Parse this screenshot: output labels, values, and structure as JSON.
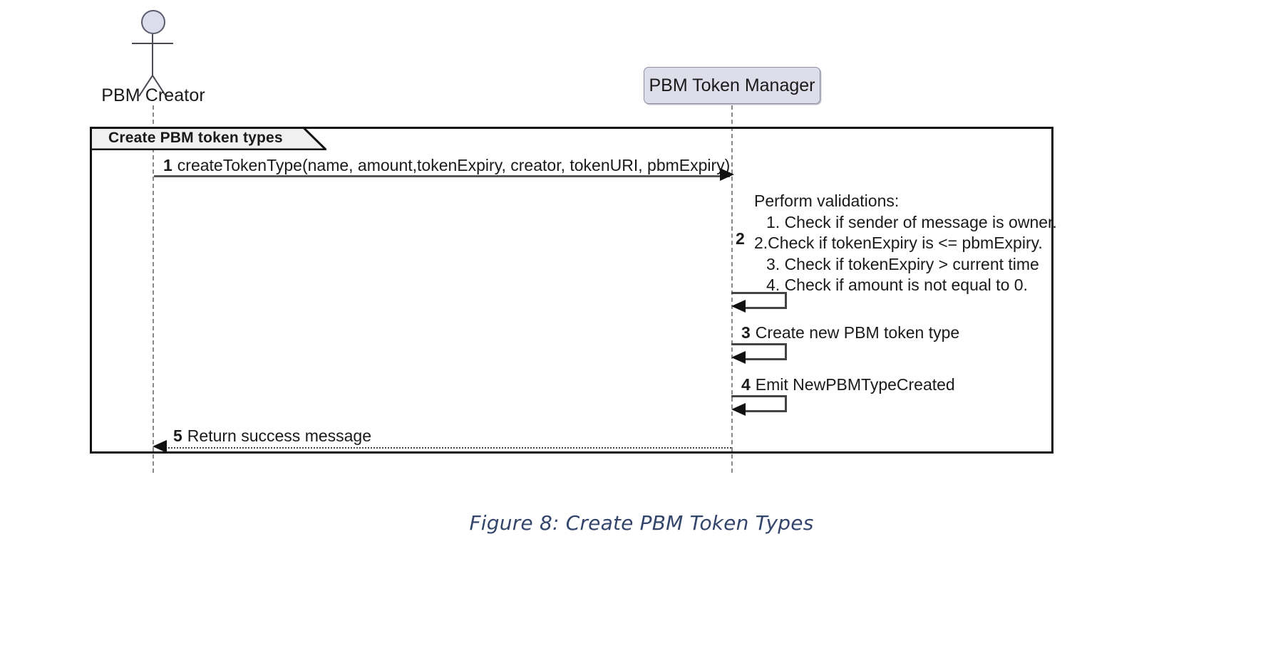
{
  "diagram": {
    "type": "uml-sequence-diagram",
    "caption": "Figure 8: Create PBM Token Types",
    "fragment": {
      "title": "Create PBM token types"
    },
    "participants": [
      {
        "id": "actor",
        "label": "PBM Creator",
        "kind": "actor"
      },
      {
        "id": "manager",
        "label": "PBM Token Manager",
        "kind": "object"
      }
    ],
    "messages": [
      {
        "seq": "1",
        "text": "createTokenType(name, amount,tokenExpiry, creator, tokenURI, pbmExpiry)",
        "from": "actor",
        "to": "manager",
        "style": "solid-arrow"
      },
      {
        "seq": "2",
        "text": "Perform validations:",
        "lines": [
          "Perform validations:",
          "1. Check if sender of message is owner.",
          "2.Check if tokenExpiry is <= pbmExpiry.",
          "3. Check if tokenExpiry > current time",
          "4. Check if amount is not equal to 0."
        ],
        "from": "manager",
        "to": "manager",
        "style": "self-call"
      },
      {
        "seq": "3",
        "text": "Create new PBM token type",
        "from": "manager",
        "to": "manager",
        "style": "self-call"
      },
      {
        "seq": "4",
        "text": "Emit NewPBMTypeCreated",
        "from": "manager",
        "to": "manager",
        "style": "self-call"
      },
      {
        "seq": "5",
        "text": "Return success message",
        "from": "manager",
        "to": "actor",
        "style": "dotted-return"
      }
    ],
    "colors": {
      "actor_head_fill": "#dcdcec",
      "participant_fill": "#dedeea",
      "participant_border": "#8e8ea3",
      "fragment_border": "#111111",
      "lifeline": "#8a8a8a",
      "caption_color": "#33456b"
    }
  }
}
